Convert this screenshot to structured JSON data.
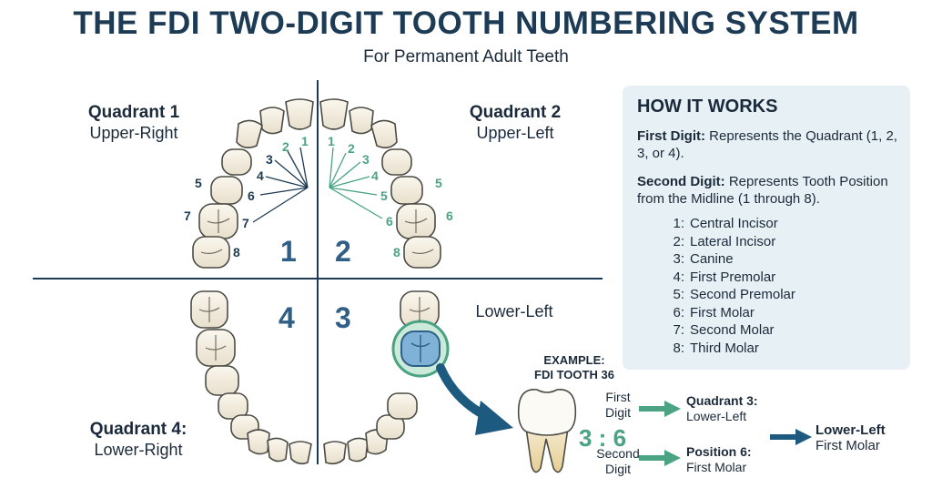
{
  "title": "THE FDI TWO-DIGIT TOOTH NUMBERING SYSTEM",
  "subtitle": "For Permanent Adult Teeth",
  "quadrants": {
    "q1": {
      "name": "Quadrant 1",
      "sub": "Upper-Right",
      "number": "1"
    },
    "q2": {
      "name": "Quadrant 2",
      "sub": "Upper-Left",
      "number": "2"
    },
    "q3": {
      "sub": "Lower-Left",
      "number": "3"
    },
    "q4": {
      "name": "Quadrant 4:",
      "sub": "Lower-Right",
      "number": "4"
    }
  },
  "callouts": {
    "upper_right": [
      "1",
      "2",
      "3",
      "4",
      "5",
      "6",
      "7",
      "7",
      "8"
    ],
    "upper_left": [
      "1",
      "2",
      "3",
      "4",
      "5",
      "5",
      "6",
      "6",
      "8"
    ]
  },
  "how_it_works": {
    "title": "HOW IT WORKS",
    "first_label": "First Digit:",
    "first_text": "Represents the Quadrant (1, 2, 3, or 4).",
    "second_label": "Second Digit:",
    "second_text": "Represents Tooth Position from the Midline (1 through 8).",
    "teeth": [
      {
        "n": "1:",
        "name": "Central Incisor"
      },
      {
        "n": "2:",
        "name": "Lateral Incisor"
      },
      {
        "n": "3:",
        "name": "Canine"
      },
      {
        "n": "4:",
        "name": "First Premolar"
      },
      {
        "n": "5:",
        "name": "Second Premolar"
      },
      {
        "n": "6:",
        "name": "First Molar"
      },
      {
        "n": "7:",
        "name": "Second Molar"
      },
      {
        "n": "8:",
        "name": "Third Molar"
      }
    ]
  },
  "example": {
    "title_line1": "EXAMPLE:",
    "title_line2": "FDI TOOTH 36",
    "first_digit_l1": "First",
    "first_digit_l2": "Digit",
    "second_digit_l1": "Second",
    "second_digit_l2": "Digit",
    "digits": "3 : 6",
    "quad_head": "Quadrant 3:",
    "quad_sub": "Lower-Left",
    "pos_head": "Position 6:",
    "pos_sub": "First Molar",
    "result_l1": "Lower-Left",
    "result_l2": "First Molar"
  },
  "colors": {
    "dark_blue": "#1d3b54",
    "teal": "#4aa383",
    "highlight_blue": "#7fb2d6",
    "panel_bg": "#e7f0f4"
  }
}
